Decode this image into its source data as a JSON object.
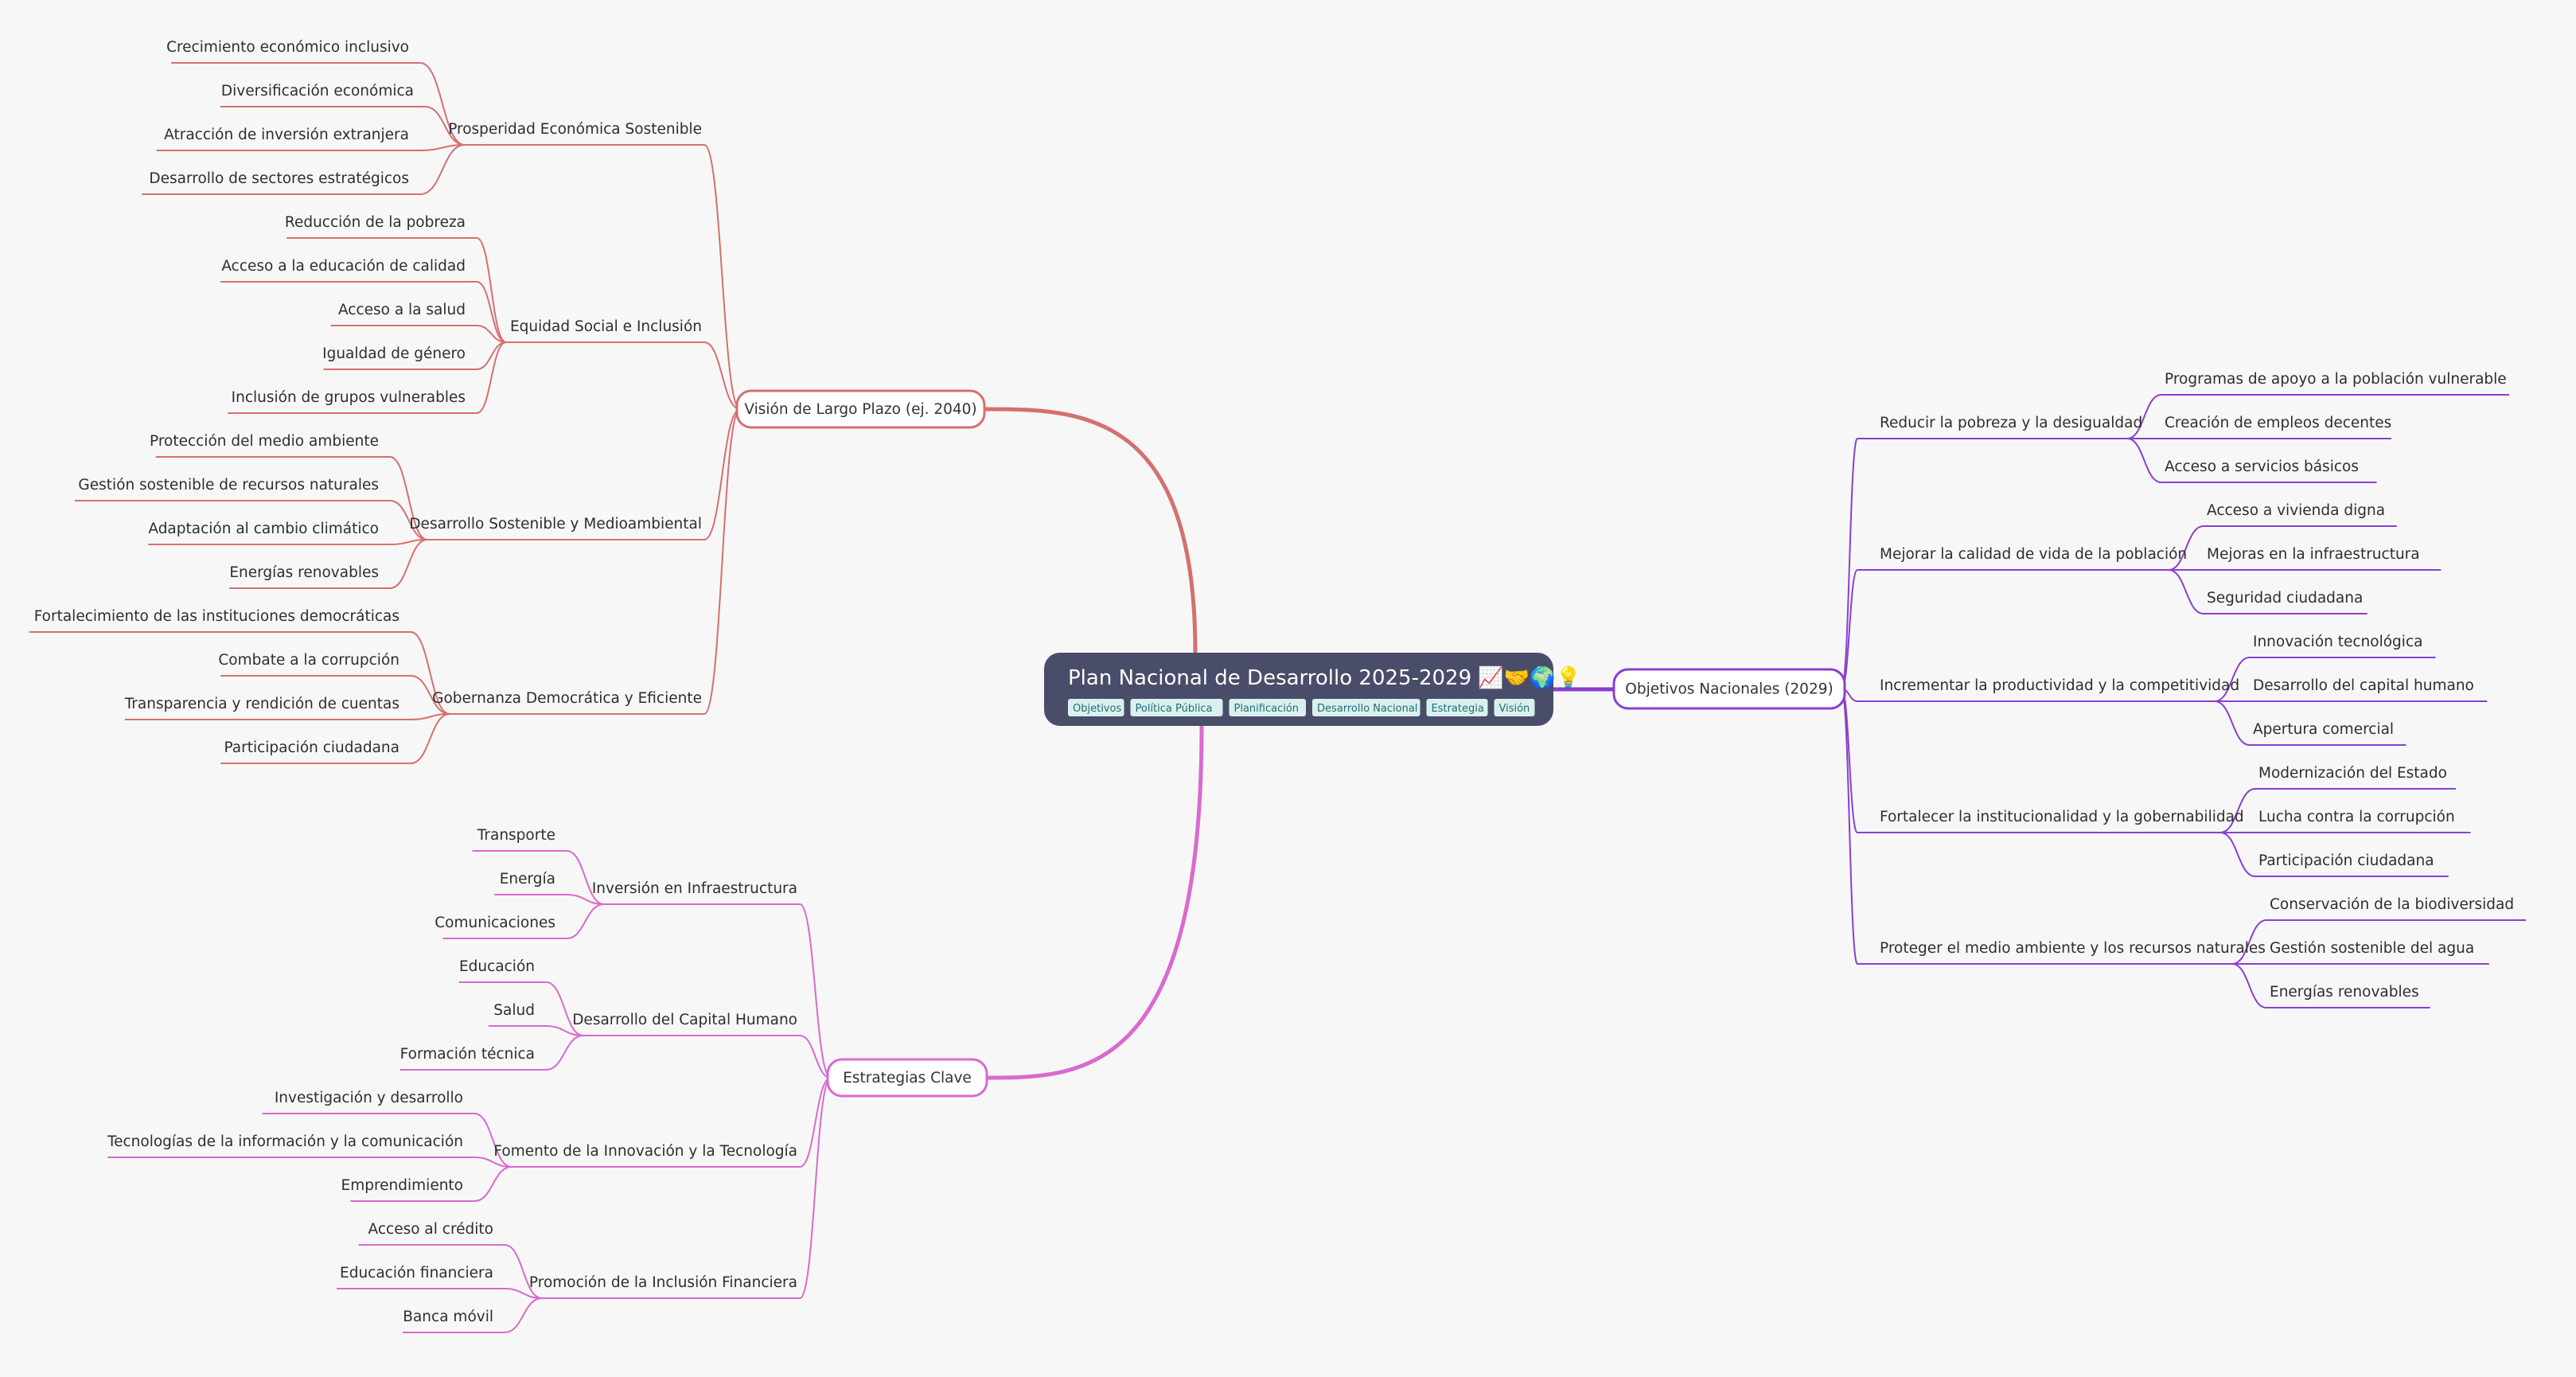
{
  "root": {
    "title": "Plan Nacional de Desarrollo 2025-2029 📈🤝🌍💡",
    "tags": [
      "Objetivos",
      "Política Pública",
      "Planificación",
      "Desarrollo Nacional",
      "Estrategia",
      "Visión"
    ]
  },
  "colors": {
    "root_bg": "#4a4d69",
    "tag_bg": "#d9f0ef",
    "tag_text": "#1f6e78",
    "vision_branch": "#d4706f",
    "objectives_branch": "#8a3fd1",
    "strategies_branch": "#d96acf",
    "background": "#f7f7f7"
  },
  "branches": [
    {
      "label": "Visión de Largo Plazo (ej. 2040)",
      "color_key": "vision_branch",
      "children": [
        {
          "label": "Prosperidad Económica Sostenible",
          "children": [
            "Crecimiento económico inclusivo",
            "Diversificación económica",
            "Atracción de inversión extranjera",
            "Desarrollo de sectores estratégicos"
          ]
        },
        {
          "label": "Equidad Social e Inclusión",
          "children": [
            "Reducción de la pobreza",
            "Acceso a la educación de calidad",
            "Acceso a la salud",
            "Igualdad de género",
            "Inclusión de grupos vulnerables"
          ]
        },
        {
          "label": "Desarrollo Sostenible y Medioambiental",
          "children": [
            "Protección del medio ambiente",
            "Gestión sostenible de recursos naturales",
            "Adaptación al cambio climático",
            "Energías renovables"
          ]
        },
        {
          "label": "Gobernanza Democrática y Eficiente",
          "children": [
            "Fortalecimiento de las instituciones democráticas",
            "Combate a la corrupción",
            "Transparencia y rendición de cuentas",
            "Participación ciudadana"
          ]
        }
      ]
    },
    {
      "label": "Estrategias Clave",
      "color_key": "strategies_branch",
      "children": [
        {
          "label": "Inversión en Infraestructura",
          "children": [
            "Transporte",
            "Energía",
            "Comunicaciones"
          ]
        },
        {
          "label": "Desarrollo del Capital Humano",
          "children": [
            "Educación",
            "Salud",
            "Formación técnica"
          ]
        },
        {
          "label": "Fomento de la Innovación y la Tecnología",
          "children": [
            "Investigación y desarrollo",
            "Tecnologías de la información y la comunicación",
            "Emprendimiento"
          ]
        },
        {
          "label": "Promoción de la Inclusión Financiera",
          "children": [
            "Acceso al crédito",
            "Educación financiera",
            "Banca móvil"
          ]
        }
      ]
    },
    {
      "label": "Objetivos Nacionales (2029)",
      "color_key": "objectives_branch",
      "children": [
        {
          "label": "Reducir la pobreza y la desigualdad",
          "children": [
            "Programas de apoyo a la población vulnerable",
            "Creación de empleos decentes",
            "Acceso a servicios básicos"
          ]
        },
        {
          "label": "Mejorar la calidad de vida de la población",
          "children": [
            "Acceso a vivienda digna",
            "Mejoras en la infraestructura",
            "Seguridad ciudadana"
          ]
        },
        {
          "label": "Incrementar la productividad y la competitividad",
          "children": [
            "Innovación tecnológica",
            "Desarrollo del capital humano",
            "Apertura comercial"
          ]
        },
        {
          "label": "Fortalecer la institucionalidad y la gobernabilidad",
          "children": [
            "Modernización del Estado",
            "Lucha contra la corrupción",
            "Participación ciudadana"
          ]
        },
        {
          "label": "Proteger el medio ambiente y los recursos naturales",
          "children": [
            "Conservación de la biodiversidad",
            "Gestión sostenible del agua",
            "Energías renovables"
          ]
        }
      ]
    }
  ]
}
